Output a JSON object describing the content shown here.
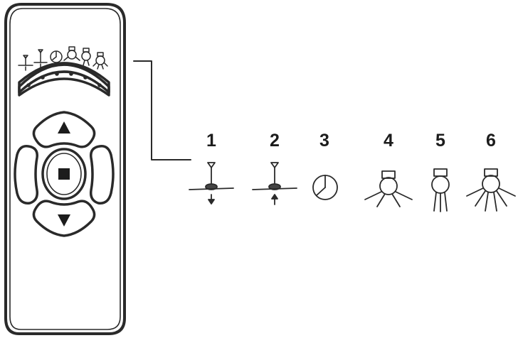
{
  "diagram": {
    "stroke_color": "#2a2a2a",
    "background": "#ffffff",
    "remote": {
      "mode_icons": [
        "fan-down-icon",
        "fan-up-icon",
        "timer-icon",
        "light-wide-icon",
        "light-narrow-icon",
        "light-full-icon"
      ],
      "mode_indicator_count": 6,
      "dpad": {
        "up": "triangle-up-icon",
        "down": "triangle-down-icon",
        "center": "square-stop-icon"
      }
    },
    "legend": [
      {
        "number": "1",
        "icon": "fan-downdraft-icon"
      },
      {
        "number": "2",
        "icon": "fan-updraft-icon"
      },
      {
        "number": "3",
        "icon": "timer-clock-icon"
      },
      {
        "number": "4",
        "icon": "light-wide-beam-icon"
      },
      {
        "number": "5",
        "icon": "light-narrow-beam-icon"
      },
      {
        "number": "6",
        "icon": "light-full-beam-icon"
      }
    ]
  }
}
